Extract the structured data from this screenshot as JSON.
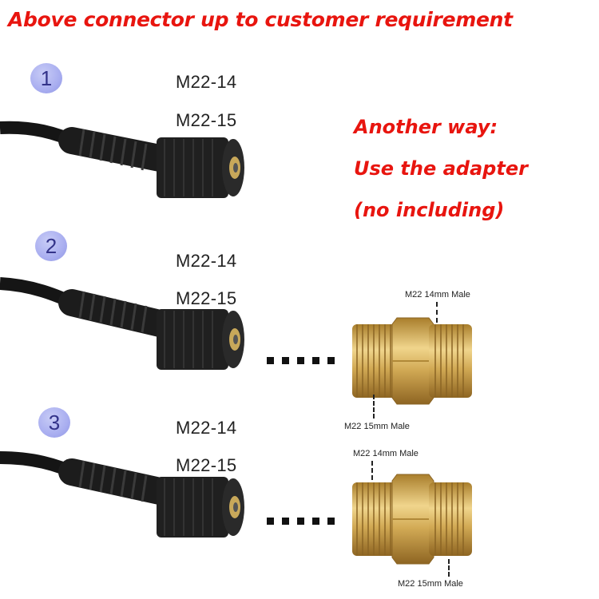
{
  "headline": "Above connector up to customer requirement",
  "note": {
    "line1": "Another way:",
    "line2": "Use the adapter",
    "line3": "(no including)"
  },
  "options": [
    {
      "number": "1",
      "thread_a": "M22-14",
      "thread_b": "M22-15"
    },
    {
      "number": "2",
      "thread_a": "M22-14",
      "thread_b": "M22-15"
    },
    {
      "number": "3",
      "thread_a": "M22-14",
      "thread_b": "M22-15"
    }
  ],
  "adapters": [
    {
      "top_label": "M22 14mm Male",
      "bottom_label": "M22 15mm Male"
    },
    {
      "top_label": "M22 14mm Male",
      "bottom_label": "M22 15mm Male"
    }
  ],
  "colors": {
    "accent_red": "#e8150f",
    "brass": "#c9a24a",
    "badge": "#a9aef0"
  }
}
